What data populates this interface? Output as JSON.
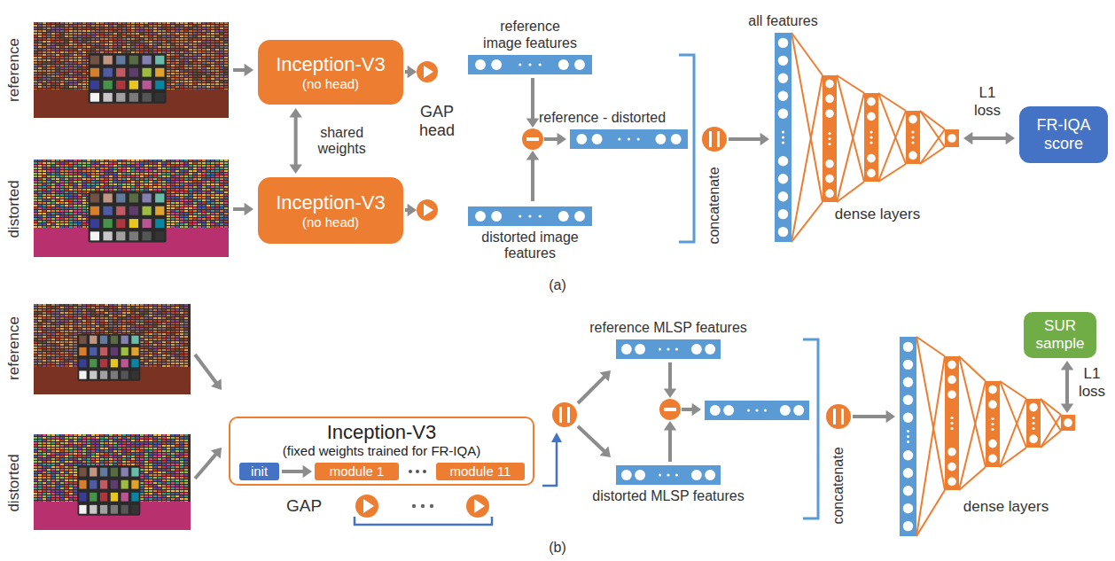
{
  "diagram": {
    "nodes": [
      {
        "text": [
          "Inception-V3",
          "(no head)"
        ]
      },
      {
        "text": [
          "Inception-V3",
          "(no head)"
        ]
      },
      {
        "text": [
          "reference image features"
        ]
      },
      {
        "text": [
          "reference - distorted"
        ]
      },
      {
        "text": [
          "distorted image features"
        ]
      },
      {
        "text": [
          "all features"
        ]
      },
      {
        "text": [
          "FR-IQA score"
        ]
      },
      {
        "text": [
          "Inception-V3",
          "(fixed weights trained for FR-IQA)"
        ]
      },
      {
        "text": [
          "init"
        ],
        "in": 7
      },
      {
        "text": [
          "module 1"
        ],
        "in": 7
      },
      {
        "text": [
          "module 11"
        ],
        "in": 7
      },
      {
        "text": [
          "reference MLSP features"
        ]
      },
      {
        "text": [
          "distorted MLSP features"
        ]
      },
      {
        "text": [
          "SUR sample"
        ]
      }
    ],
    "edges": [
      {
        "from": 0,
        "to": 1,
        "arrow": "both",
        "label": "shared weights"
      },
      {
        "from": 8,
        "to": 9,
        "arrow": "to"
      }
    ],
    "labels": [
      "reference",
      "distorted",
      "GAP head",
      "concatenate",
      "dense layers",
      "L1 loss",
      "(a)",
      "reference",
      "distorted",
      "GAP",
      "concatenate",
      "dense layers",
      "L1 loss",
      "(b)"
    ]
  }
}
